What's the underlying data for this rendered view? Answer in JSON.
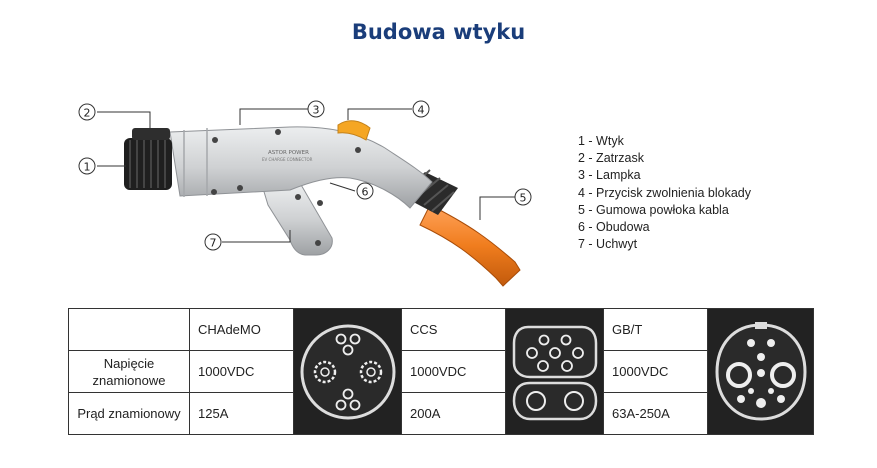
{
  "title": "Budowa wtyku",
  "callouts": [
    "1",
    "2",
    "3",
    "4",
    "5",
    "6",
    "7"
  ],
  "legend": [
    "1 - Wtyk",
    "2 - Zatrzask",
    "3 - Lampka",
    "4 - Przycisk zwolnienia blokady",
    "5 - Gumowa powłoka kabla",
    "6 - Obudowa",
    "7 - Uchwyt"
  ],
  "table": {
    "row_labels": [
      "",
      "Napięcie znamionowe",
      "Prąd znamionowy"
    ],
    "connectors": [
      {
        "name": "CHAdeMO",
        "voltage": "1000VDC",
        "current": "125A"
      },
      {
        "name": "CCS",
        "voltage": "1000VDC",
        "current": "200A"
      },
      {
        "name": "GB/T",
        "voltage": "1000VDC",
        "current": "63A-250A"
      }
    ]
  },
  "colors": {
    "title": "#1a3d7a",
    "cable": "#f07d1e",
    "button": "#f5a623",
    "body": "#cfd1d3"
  }
}
